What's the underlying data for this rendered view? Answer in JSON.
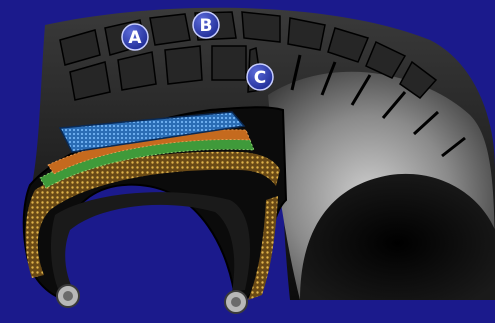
{
  "diagram": {
    "background_color": "#1b1a8c",
    "tire_colors": {
      "tread_dark": "#141414",
      "sidewall_gray": "#8a8a8a",
      "inner_black": "#050505",
      "steel_belt_blue": "#2f7fc9",
      "belt_orange": "#c56a1e",
      "belt_green": "#3f9a3a",
      "ply_yellow": "#d2a53a",
      "bead_gray": "#b8b8b8"
    },
    "labels": [
      {
        "text": "A",
        "marker_color": "#2a3aa8"
      },
      {
        "text": "B",
        "marker_color": "#2a3aa8"
      },
      {
        "text": "C",
        "marker_color": "#2a3aa8"
      }
    ]
  }
}
